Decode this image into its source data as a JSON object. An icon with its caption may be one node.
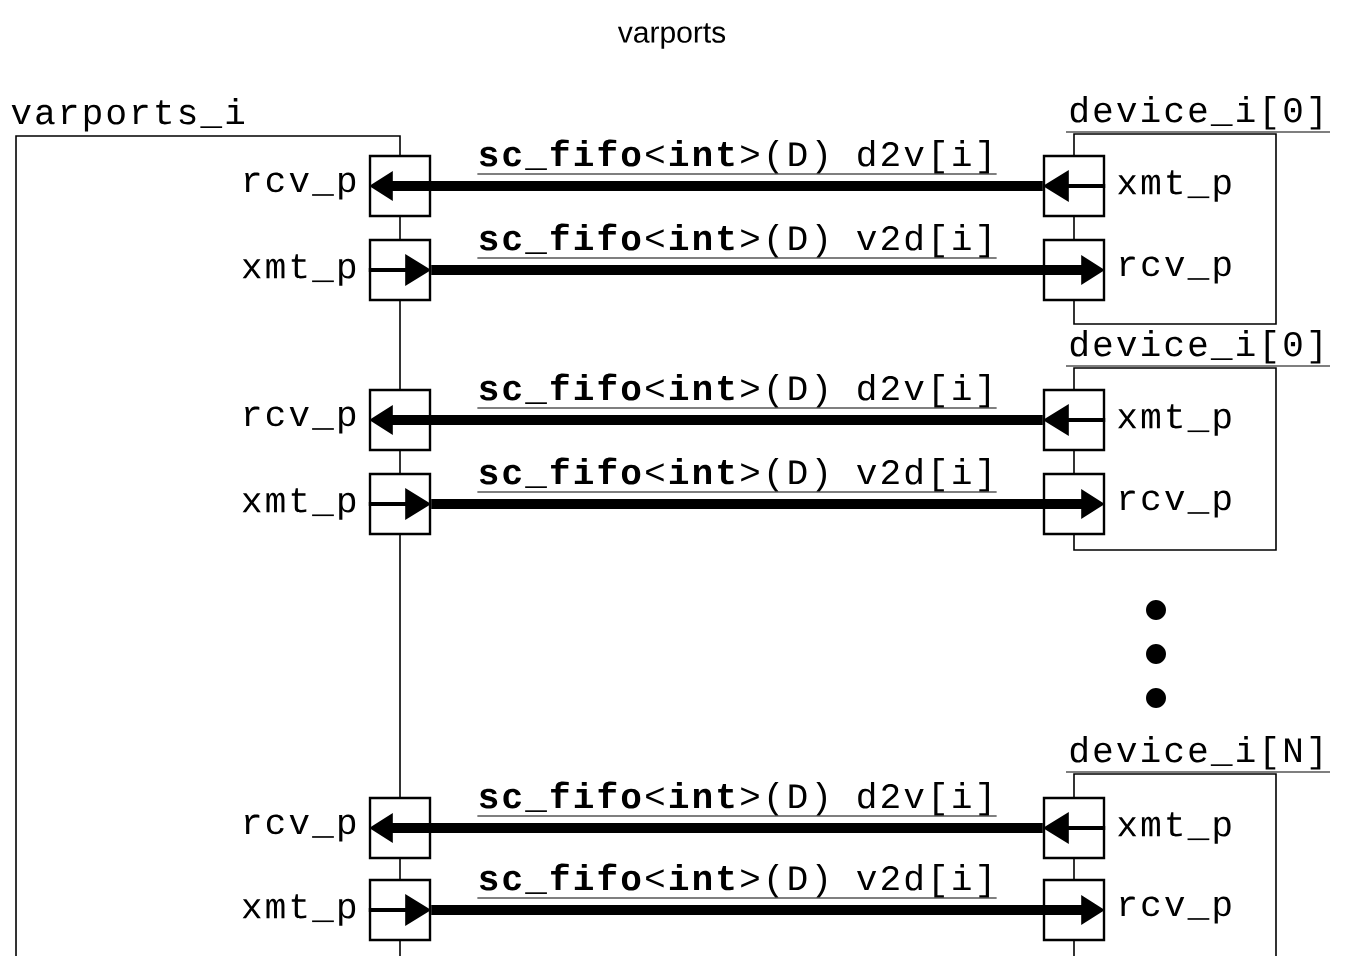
{
  "diagram": {
    "title": "varports",
    "nodes": [
      {
        "text": [
          "varports_i"
        ]
      },
      {
        "text": [],
        "shape": "box",
        "beside": [
          "rcv_p"
        ]
      },
      {
        "text": [],
        "shape": "box",
        "beside": [
          "xmt_p"
        ]
      },
      {
        "text": [],
        "shape": "box",
        "beside": [
          "rcv_p"
        ]
      },
      {
        "text": [],
        "shape": "box",
        "beside": [
          "xmt_p"
        ]
      },
      {
        "text": [],
        "shape": "box",
        "beside": [
          "rcv_p"
        ]
      },
      {
        "text": [],
        "shape": "box",
        "beside": [
          "xmt_p"
        ]
      },
      {
        "text": [
          "device_i[0]"
        ]
      },
      {
        "text": [],
        "shape": "box",
        "beside": [
          "xmt_p"
        ]
      },
      {
        "text": [],
        "shape": "box",
        "beside": [
          "rcv_p"
        ]
      },
      {
        "text": [
          "device_i[0]"
        ]
      },
      {
        "text": [],
        "shape": "box",
        "beside": [
          "xmt_p"
        ]
      },
      {
        "text": [],
        "shape": "box",
        "beside": [
          "rcv_p"
        ]
      },
      {
        "text": [
          "device_i[N]"
        ]
      },
      {
        "text": [],
        "shape": "box",
        "beside": [
          "xmt_p"
        ]
      },
      {
        "text": [],
        "shape": "box",
        "beside": [
          "rcv_p"
        ]
      }
    ],
    "edges": [
      {
        "from": 8,
        "to": 1,
        "arrow": "to",
        "label": "**sc_fifo**<**int**>(D) d2v[i]"
      },
      {
        "from": 2,
        "to": 9,
        "arrow": "to",
        "label": "**sc_fifo**<**int**>(D) v2d[i]"
      },
      {
        "from": 11,
        "to": 3,
        "arrow": "to",
        "label": "**sc_fifo**<**int**>(D) d2v[i]"
      },
      {
        "from": 4,
        "to": 12,
        "arrow": "to",
        "label": "**sc_fifo**<**int**>(D) v2d[i]"
      },
      {
        "from": 14,
        "to": 5,
        "arrow": "to",
        "label": "**sc_fifo**<**int**>(D) d2v[i]"
      },
      {
        "from": 6,
        "to": 15,
        "arrow": "to",
        "label": "**sc_fifo**<**int**>(D) v2d[i]"
      }
    ]
  }
}
